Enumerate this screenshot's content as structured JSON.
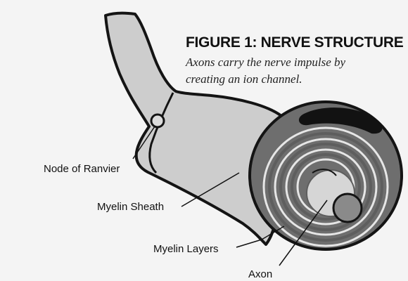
{
  "figure": {
    "title": "FIGURE 1: NERVE STRUCTURE",
    "caption_line1": "Axons carry the nerve impulse by",
    "caption_line2": "creating an ion channel."
  },
  "labels": {
    "node_of_ranvier": "Node of Ranvier",
    "myelin_sheath": "Myelin Sheath",
    "myelin_layers": "Myelin Layers",
    "axon": "Axon"
  },
  "colors": {
    "background": "#f4f4f4",
    "sheath_fill": "#cdcdcd",
    "ring_gray": "#7e7e7e",
    "ring_light": "#e8e8e8",
    "axon_core": "#8a8a8a",
    "outline": "#141414"
  }
}
